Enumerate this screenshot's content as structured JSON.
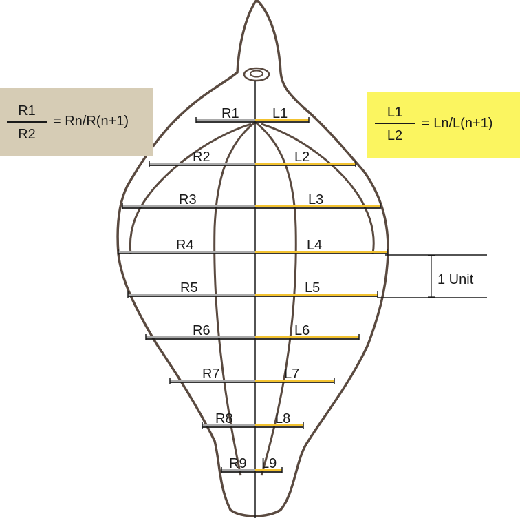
{
  "colors": {
    "right_box_bg": "#d6ccb5",
    "left_box_bg": "#fbf560",
    "outline": "#5a4a40",
    "right_measure": "#a9a9a9",
    "left_measure": "#f2c230",
    "line": "#1a1a1a"
  },
  "right_box": {
    "numerator": "R1",
    "denominator": "R2",
    "formula": "= Rn/R(n+1)"
  },
  "left_box": {
    "numerator": "L1",
    "denominator": "L2",
    "formula": "= Ln/L(n+1)"
  },
  "unit_label": "1 Unit",
  "right_labels": [
    "R1",
    "R2",
    "R3",
    "R4",
    "R5",
    "R6",
    "R7",
    "R8",
    "R9"
  ],
  "left_labels": [
    "L1",
    "L2",
    "L3",
    "L4",
    "L5",
    "L6",
    "L7",
    "L8",
    "L9"
  ]
}
